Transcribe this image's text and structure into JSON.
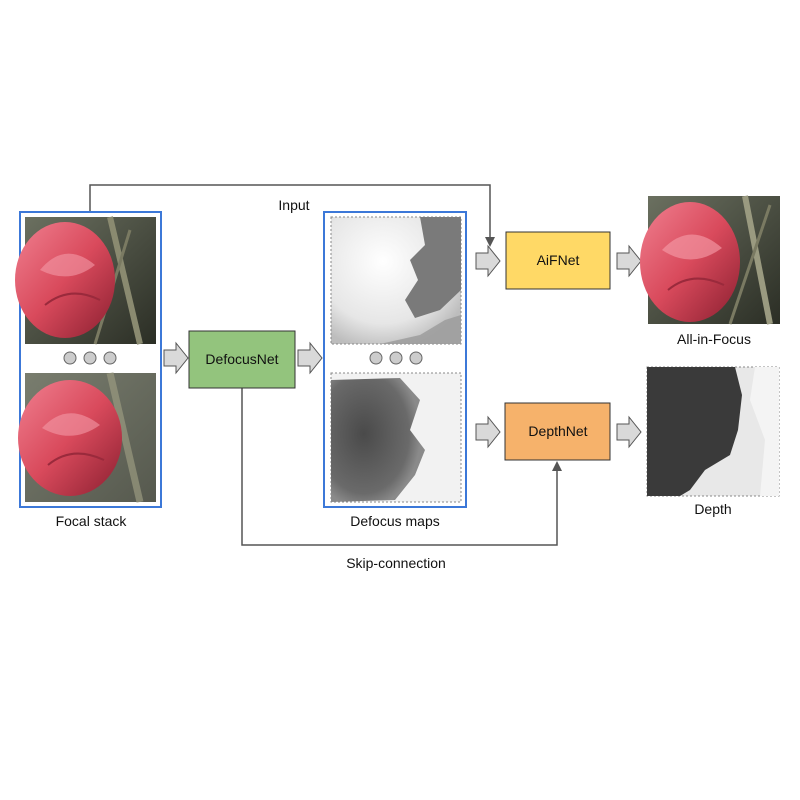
{
  "labels": {
    "input": "Input",
    "skip_connection": "Skip-connection",
    "focal_stack": "Focal stack",
    "defocus_maps": "Defocus maps",
    "all_in_focus": "All-in-Focus",
    "depth": "Depth"
  },
  "nodes": {
    "defocusnet": {
      "label": "DefocusNet",
      "color": "#93c47d"
    },
    "aifnet": {
      "label": "AiFNet",
      "color": "#ffd966"
    },
    "depthnet": {
      "label": "DepthNet",
      "color": "#f6b26b"
    }
  },
  "colors": {
    "group_border": "#3c78d8",
    "arrow_fill": "#d9d9d9",
    "line": "#555555",
    "rose": "#d94a5c",
    "ellipsis_dot": "#cccccc"
  }
}
